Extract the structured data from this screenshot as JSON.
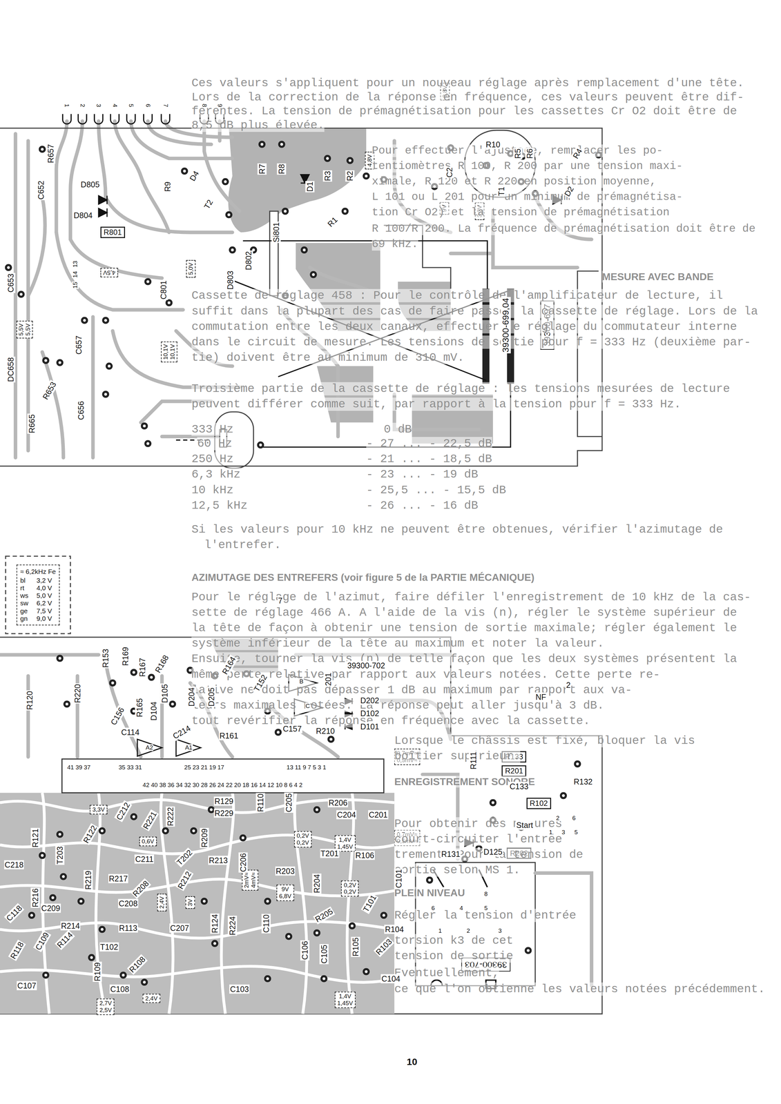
{
  "diagram": {
    "nodes": [
      {
        "text": [
          "3,8V"
        ]
      },
      {
        "text": [
          "4,8V"
        ]
      },
      {
        "text": [
          "9V"
        ]
      },
      {
        "text": [
          "3,3V"
        ]
      },
      {
        "text": [
          "5,0V"
        ]
      },
      {
        "text": [
          "4,5V"
        ]
      },
      {
        "text": [
          "5,5V",
          "5,5V"
        ]
      },
      {
        "text": [
          "10,1V",
          "10,1V"
        ]
      },
      {
        "text": [
          "R801"
        ]
      },
      {
        "text": [
          "39300-697"
        ]
      },
      {
        "text": [
          "≈ 6,2kHz Fe",
          "bl",
          "3,2 V",
          "rt",
          "4,0 V",
          "ws",
          "5,0 V",
          "sw",
          "6,2 V",
          "ge",
          "7,5 V",
          "gn",
          "9,0 V"
        ]
      },
      {
        "text": [
          "0,7mV≈",
          "0,5mV≈"
        ]
      },
      {
        "text": [
          "R133"
        ]
      },
      {
        "text": [
          "R201"
        ]
      },
      {
        "text": [
          "R102"
        ]
      },
      {
        "text": [
          "R202"
        ]
      },
      {
        "text": [
          "0,7mV≈",
          "0,5mV≈"
        ]
      },
      {
        "text": [
          "3,3V"
        ]
      },
      {
        "text": [
          "0,6V"
        ]
      },
      {
        "text": [
          "0,2V",
          "0,2V"
        ]
      },
      {
        "text": [
          "1,4V",
          "1,45V"
        ]
      },
      {
        "text": [
          "2mV≈",
          "4mV≈"
        ]
      },
      {
        "text": [
          "9V",
          "6,8V"
        ]
      },
      {
        "text": [
          "0,2V",
          "0,2V"
        ]
      },
      {
        "text": [
          "2,4V"
        ]
      },
      {
        "text": [
          "3V"
        ]
      },
      {
        "text": [
          "1,4V",
          "1,45V"
        ]
      },
      {
        "text": [
          "2,7V",
          "2,5V"
        ]
      },
      {
        "text": [
          "2,4V"
        ]
      },
      {
        "text": [
          "39300-703"
        ]
      }
    ],
    "labels": [
      "Ces valeurs s'appliquent pour un nouveau réglage après remplacement d'une tête.",
      "Lors de la correction de la réponse en fréquence, ces valeurs peuvent être dif-",
      "férentes. La tension de prémagnétisation pour les cassettes Cr O2 doit être de",
      "8,5 dB plus élevée.",
      "Pour effectuer l'ajustage, remplacer les po-",
      "tentiomètres R 100, R 200 par une tension maxi-",
      "ximale, R 120 et R 220 en position moyenne,",
      "L 101 ou L 201 pour un minimum de prémagnétisa-",
      "tion Cr O2) et la tension de prémagnétisation",
      "R 100/R 200. La fréquence de prémagnétisation doit être de",
      "69 kHz.",
      "MESURE AVEC BANDE",
      "Cassette de réglage 458 : Pour le contrôle de l'amplificateur de lecture, il",
      "suffit dans la plupart des cas de faire passer la cassette de réglage. Lors de la",
      "commutation entre les deux canaux, effectuer le réglage du commutateur interne",
      "dans le circuit de mesure. Les tensions de sortie pour f = 333 Hz (deuxième par-",
      "tie) doivent être au minimum de 310 mV.",
      "Troisième partie de la cassette de réglage : les tensions mesurées de lecture",
      "peuvent différer comme suit, par rapport à la tension pour f = 333 Hz.",
      "333 Hz",
      "0 dB",
      "60 Hz",
      "- 27 ... - 22,5 dB",
      "250 Hz",
      "- 21 ... - 18,5 dB",
      "6,3 kHz",
      "- 23 ... - 19 dB",
      "10 kHz",
      "- 25,5 ... - 15,5 dB",
      "12,5 kHz",
      "- 26 ... - 16 dB",
      "Si les valeurs pour 10 kHz ne peuvent être obtenues, vérifier l'azimutage de",
      "l'entrefer.",
      "AZIMUTAGE DES ENTREFERS (voir figure 5 de la PARTIE MÉCANIQUE)",
      "Pour le réglage de l'azimut, faire défiler l'enregistrement de 10 kHz de la cas-",
      "sette de réglage 466 A. A l'aide de la vis (n), régler le système supérieur de",
      "la tête de façon à obtenir une tension de sortie maximale; régler également le",
      "système inférieur de la tête au maximum et noter la valeur.",
      "Ensuite, tourner la vis (n) de telle façon que les deux systèmes présentent la",
      "même perte relative par rapport aux valeurs notées. Cette perte re-",
      "lative ne doit pas dépasser 1 dB au maximum par rapport aux va-",
      "leurs maximales notées. La réponse peut aller jusqu'à 3 dB.",
      "tout revérifier la réponse en fréquence avec la cassette.",
      "Lorsque le châssis est fixé, bloquer la vis",
      "boîtier supérieur.",
      "ENREGISTREMENT SONORE",
      "Pour obtenir des mesures",
      "court-circuiter l'entrée",
      "trement. Pour la tension de",
      "sortie selon MS 1.",
      "PLEIN NIVEAU",
      "Régler la tension d'entrée",
      "torsion k3 de cet",
      "tension de sortie",
      "Eventuellement,",
      "ce que l'on obtienne les valeurs notées précédemment.",
      "1",
      "2",
      "3",
      "4",
      "5",
      "6",
      "7",
      "8",
      "9",
      "R657",
      "D805",
      "C652",
      "D804",
      "R9",
      "D4",
      "T2",
      "R7",
      "R8",
      "D1",
      "R3",
      "R2",
      "R1",
      "C2",
      "R10",
      "R5",
      "R6",
      "R4",
      "T1",
      "D2",
      "Si801",
      "D802",
      "D803",
      "C801",
      "C653",
      "13",
      "14",
      "15",
      "C657",
      "DC658",
      "R653",
      "R665",
      "C656",
      "39300-699,04",
      "7",
      "R153",
      "R169",
      "R167",
      "R168",
      "R164",
      "T152",
      "B",
      "C",
      "201",
      "39300-702",
      "D202",
      "D102",
      "D101",
      "NF",
      "2",
      "R120",
      "R220",
      "C156",
      "R165",
      "D104",
      "D105",
      "D204",
      "D205",
      "C114",
      "C214",
      "A2",
      "A1",
      "R161",
      "C157",
      "R210",
      "41 39 37",
      "35 33 31",
      "25 23 21 19 17",
      "13 11 9 7 5 3 1",
      "42 40 38 36 34 32 30 28 26 24 22 20 18 16 14 12 10 8 6 4 2",
      "R111",
      "C133",
      "R132",
      "Start",
      "2",
      "6",
      "1",
      "3",
      "5",
      "D125",
      "R131",
      "8",
      "6",
      "4",
      "5",
      "1",
      "2",
      "3",
      "R121",
      "R122",
      "C212",
      "R221",
      "R222",
      "R129",
      "R229",
      "R209",
      "R110",
      "C205",
      "R206",
      "C204",
      "C201",
      "T203",
      "C211",
      "T202",
      "R213",
      "R217",
      "R219",
      "R208",
      "R212",
      "C208",
      "C207",
      "C206",
      "R203",
      "T201",
      "R106",
      "R204",
      "T101",
      "R205",
      "C101",
      "R104",
      "R103",
      "R105",
      "C104",
      "C105",
      "C106",
      "C110",
      "R124",
      "R224",
      "C103",
      "C218",
      "R216",
      "C209",
      "R214",
      "R113",
      "C118",
      "C109",
      "R118",
      "R114",
      "T102",
      "R108",
      "R109",
      "C107",
      "C108",
      "10"
    ]
  }
}
